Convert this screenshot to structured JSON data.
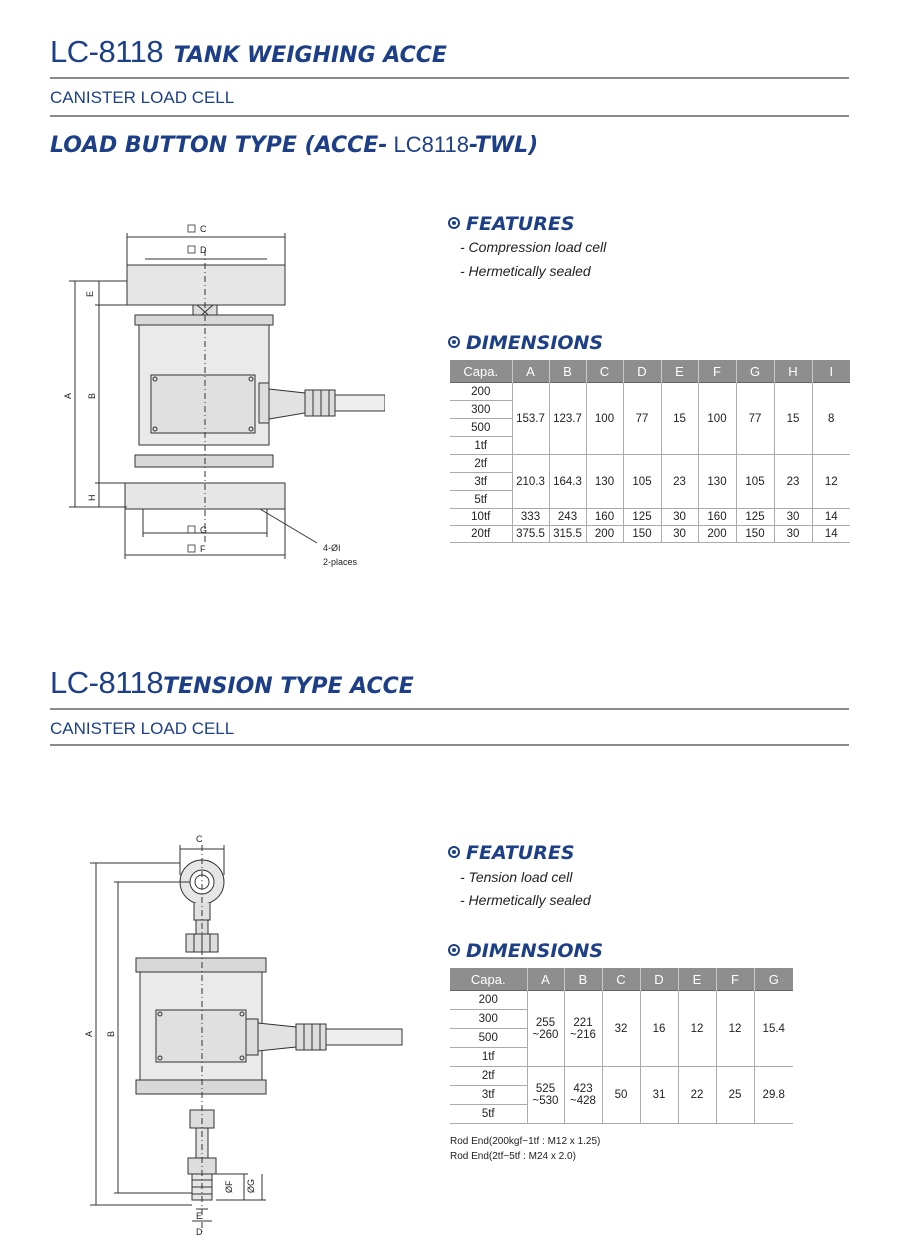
{
  "section1": {
    "model": "LC-8118",
    "title_italic": "TANK WEIGHING ACCE",
    "subtitle": "CANISTER LOAD CELL",
    "type_prefix": "LOAD BUTTON TYPE (ACCE-",
    "type_model": " LC8118",
    "type_suffix": "-TWL)",
    "diagram_labels": {
      "c": "C",
      "d": "D",
      "e": "E",
      "a": "A",
      "b": "B",
      "h": "H",
      "g": "G",
      "f": "F",
      "hole": "4-ØI",
      "places": "2-places"
    },
    "features_heading": "FEATURES",
    "features": [
      "- Compression load cell",
      "- Hermetically sealed"
    ],
    "dimensions_heading": "DIMENSIONS",
    "table": {
      "headers": [
        "Capa.",
        "A",
        "B",
        "C",
        "D",
        "E",
        "F",
        "G",
        "H",
        "I"
      ],
      "group1": {
        "capas": [
          "200",
          "300",
          "500",
          "1tf"
        ],
        "values": [
          "153.7",
          "123.7",
          "100",
          "77",
          "15",
          "100",
          "77",
          "15",
          "8"
        ]
      },
      "group2": {
        "capas": [
          "2tf",
          "3tf",
          "5tf"
        ],
        "values": [
          "210.3",
          "164.3",
          "130",
          "105",
          "23",
          "130",
          "105",
          "23",
          "12"
        ]
      },
      "row10": {
        "capa": "10tf",
        "values": [
          "333",
          "243",
          "160",
          "125",
          "30",
          "160",
          "125",
          "30",
          "14"
        ]
      },
      "row20": {
        "capa": "20tf",
        "values": [
          "375.5",
          "315.5",
          "200",
          "150",
          "30",
          "200",
          "150",
          "30",
          "14"
        ]
      }
    }
  },
  "section2": {
    "model": "LC-8118",
    "title_italic": "TENSION TYPE ACCE",
    "subtitle": "CANISTER LOAD CELL",
    "diagram_labels": {
      "c": "C",
      "a": "A",
      "b": "B",
      "of": "ØF",
      "og": "ØG",
      "e": "E",
      "d": "D"
    },
    "features_heading": "FEATURES",
    "features": [
      "- Tension load cell",
      "- Hermetically sealed"
    ],
    "dimensions_heading": "DIMENSIONS",
    "table": {
      "headers": [
        "Capa.",
        "A",
        "B",
        "C",
        "D",
        "E",
        "F",
        "G"
      ],
      "group1": {
        "capas": [
          "200",
          "300",
          "500",
          "1tf"
        ],
        "a1": "255",
        "a2": "~260",
        "b1": "221",
        "b2": "~216",
        "values": [
          "32",
          "16",
          "12",
          "12",
          "15.4"
        ]
      },
      "group2": {
        "capas": [
          "2tf",
          "3tf",
          "5tf"
        ],
        "a1": "525",
        "a2": "~530",
        "b1": "423",
        "b2": "~428",
        "values": [
          "50",
          "31",
          "22",
          "25",
          "29.8"
        ]
      }
    },
    "notes": [
      "Rod End(200kgf~1tf : M12 x 1.25)",
      "Rod End(2tf~5tf : M24 x 2.0)"
    ]
  }
}
